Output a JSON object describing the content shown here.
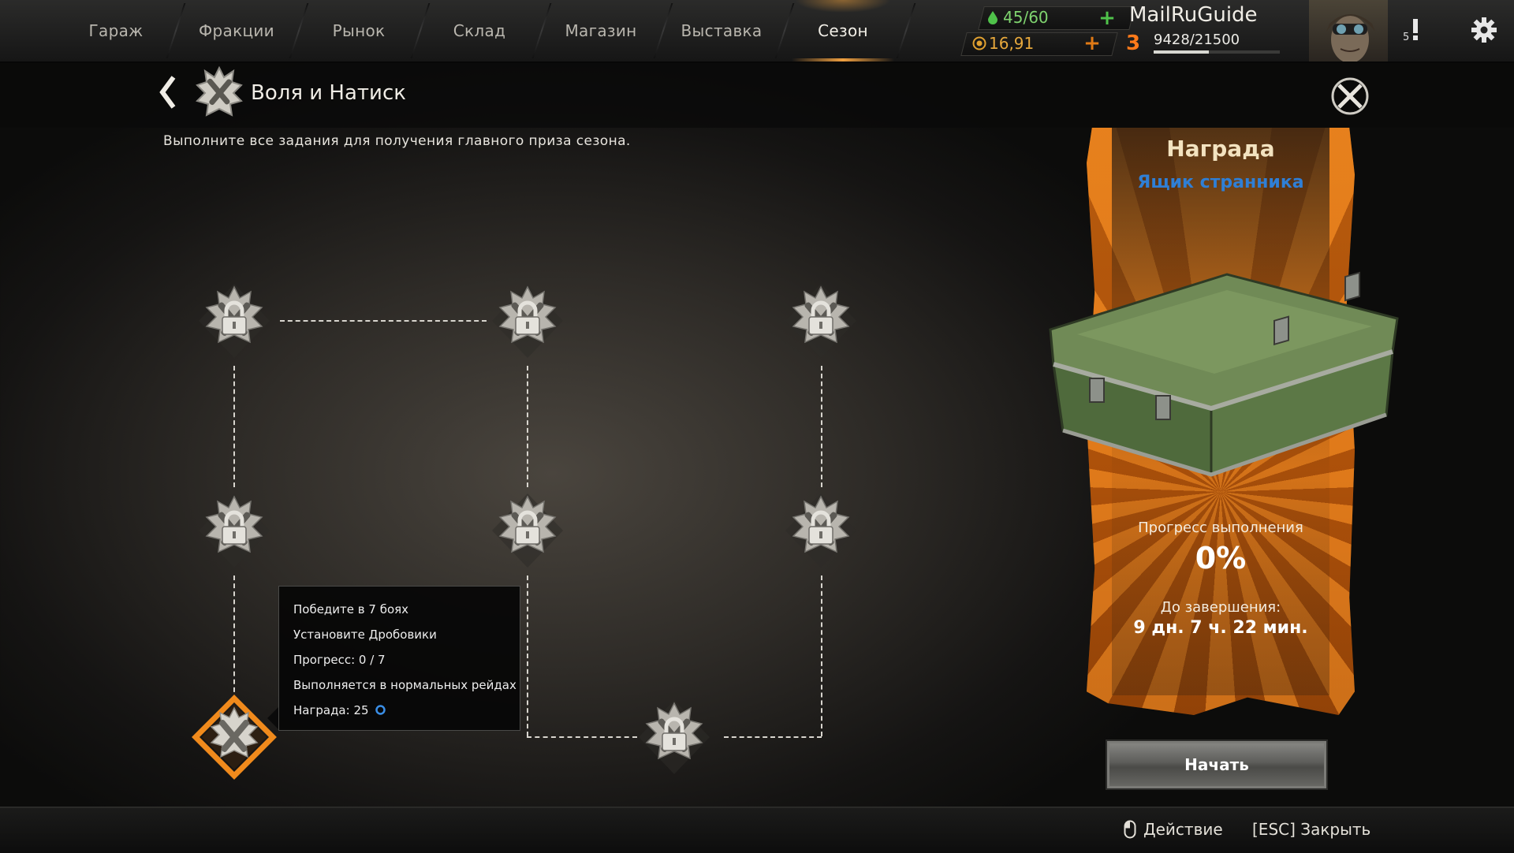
{
  "nav": {
    "tabs": [
      "Гараж",
      "Фракции",
      "Рынок",
      "Склад",
      "Магазин",
      "Выставка",
      "Сезон"
    ],
    "active_tab": "Сезон"
  },
  "resources": {
    "fuel": "45/60",
    "coins": "16,91"
  },
  "player": {
    "name": "MailRuGuide",
    "level": "3",
    "xp": "9428/21500",
    "xp_fraction": 0.4385,
    "notifications": "5"
  },
  "header": {
    "title": "Воля и Натиск",
    "subtitle": "Выполните все задания для получения главного приза сезона."
  },
  "tooltip": {
    "lines": [
      "Победите в 7 боях",
      "Установите Дробовики",
      "Прогресс: 0 / 7",
      "Выполняется в нормальных рейдах",
      "Награда: 25"
    ]
  },
  "reward": {
    "heading": "Награда",
    "name": "Ящик странника",
    "progress_label": "Прогресс выполнения",
    "progress_value": "0%",
    "time_label": "До завершения:",
    "time_value": "9 дн. 7 ч. 22 мин.",
    "start_label": "Начать"
  },
  "footer": {
    "action_label": "Действие",
    "close_label": "[ESC] Закрыть"
  },
  "colors": {
    "accent_orange": "#e07a15",
    "fuel_green": "#4fc24a",
    "reward_blue": "#2f7fd6",
    "level_orange": "#ff7a1a"
  }
}
